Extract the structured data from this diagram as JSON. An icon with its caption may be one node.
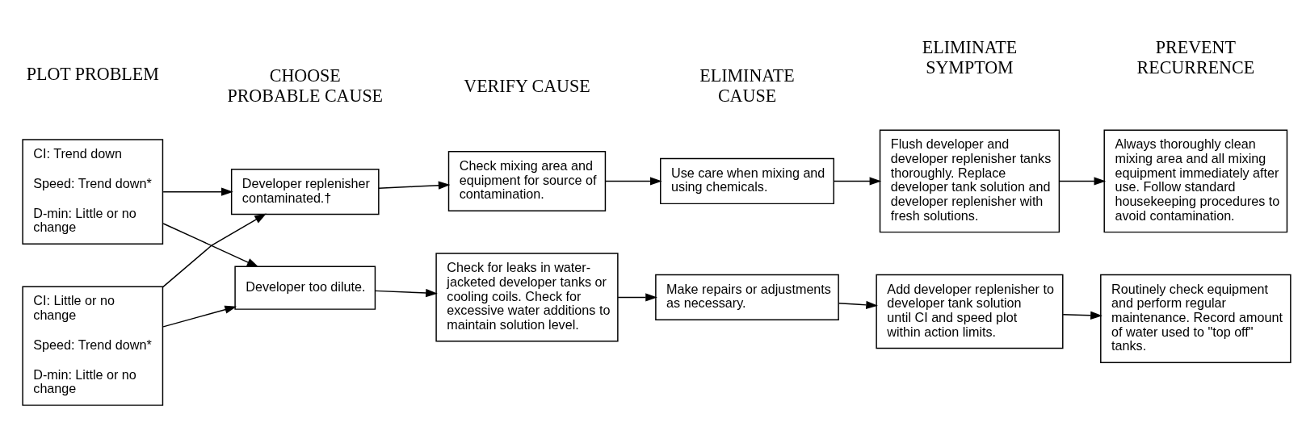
{
  "diagram": {
    "nodes": [
      {
        "text": [
          "CI: Trend down",
          "Speed: Trend down*",
          "D-min: Little or no change"
        ]
      },
      {
        "text": [
          "Developer replenisher contaminated.†"
        ]
      },
      {
        "text": [
          "Check mixing area and equipment for source of contamination."
        ]
      },
      {
        "text": [
          "Use care when mixing and using chemicals."
        ]
      },
      {
        "text": [
          "Flush developer and developer replenisher tanks thoroughly. Replace developer tank solution and developer replenisher with fresh solutions."
        ]
      },
      {
        "text": [
          "Always thoroughly clean mixing area and all mixing equipment immediately after use. Follow standard housekeeping procedures to avoid contamination."
        ]
      },
      {
        "text": [
          "CI: Little or no change",
          "Speed: Trend down*",
          "D-min: Little or no change"
        ]
      },
      {
        "text": [
          "Developer too dilute."
        ]
      },
      {
        "text": [
          "Check for leaks in water-jacketed developer tanks or cooling coils. Check for excessive water additions to maintain solution level."
        ]
      },
      {
        "text": [
          "Make repairs or adjustments as necessary."
        ]
      },
      {
        "text": [
          "Add developer replenisher to developer tank solution until CI and speed plot within action limits."
        ]
      },
      {
        "text": [
          "Routinely check equipment and perform regular maintenance. Record amount of water used to \"top off\" tanks."
        ]
      }
    ],
    "edges": [
      {
        "from": 0,
        "to": 1,
        "arrow": "to"
      },
      {
        "from": 0,
        "to": 7,
        "arrow": "to"
      },
      {
        "from": 6,
        "to": 1,
        "arrow": "to"
      },
      {
        "from": 6,
        "to": 7,
        "arrow": "to"
      },
      {
        "from": 1,
        "to": 2,
        "arrow": "to"
      },
      {
        "from": 2,
        "to": 3,
        "arrow": "to"
      },
      {
        "from": 3,
        "to": 4,
        "arrow": "to"
      },
      {
        "from": 4,
        "to": 5,
        "arrow": "to"
      },
      {
        "from": 7,
        "to": 8,
        "arrow": "to"
      },
      {
        "from": 8,
        "to": 9,
        "arrow": "to"
      },
      {
        "from": 9,
        "to": 10,
        "arrow": "to"
      },
      {
        "from": 10,
        "to": 11,
        "arrow": "to"
      }
    ],
    "labels": [
      "PLOT PROBLEM",
      "CHOOSE PROBABLE CAUSE",
      "VERIFY CAUSE",
      "ELIMINATE CAUSE",
      "ELIMINATE SYMPTOM",
      "PREVENT RECURRENCE"
    ]
  }
}
